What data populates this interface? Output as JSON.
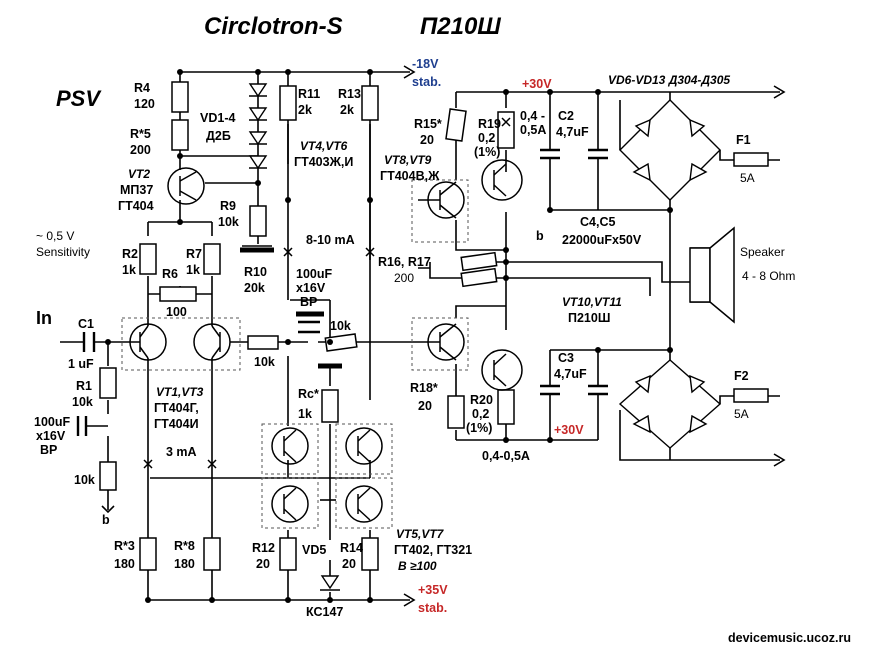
{
  "title": {
    "name": "Circlotron-S",
    "model": "П210Ш"
  },
  "psv": "PSV",
  "supply": {
    "neg18": "-18V",
    "neg18_stab": "stab.",
    "pos30_top": "+30V",
    "pos30_bottom": "+30V",
    "pos35": "+35V",
    "pos35_stab": "stab."
  },
  "input": {
    "sens_voltage": "~ 0,5 V",
    "sens_label": "Sensitivity",
    "in_label": "In"
  },
  "components": {
    "r4": {
      "name": "R4",
      "value": "120"
    },
    "r5": {
      "name": "R*5",
      "value": "200"
    },
    "vd1_4": {
      "name": "VD1-4",
      "value": "Д2Б"
    },
    "vt2": {
      "name": "VT2",
      "line1": "МП37",
      "line2": "ГТ404"
    },
    "r9": {
      "name": "R9",
      "value": "10k"
    },
    "r11": {
      "name": "R11",
      "value": "2k"
    },
    "r13": {
      "name": "R13",
      "value": "2k"
    },
    "vt4_vt6": {
      "name": "VT4,VT6",
      "value": "ГТ403Ж,И"
    },
    "r15": {
      "name": "R15*",
      "value": "20"
    },
    "r19": {
      "name": "R19",
      "value": "0,2",
      "note": "(1%)"
    },
    "i_top": "0,4 -",
    "i_top2": "0,5A",
    "c2": {
      "name": "C2",
      "value": "4,7uF"
    },
    "vd6_13": "VD6-VD13 Д304-Д305",
    "f1": {
      "name": "F1",
      "value": "5A"
    },
    "vt8_vt9": {
      "name": "VT8,VT9",
      "value": "ГТ404В,Ж"
    },
    "c4_c5": {
      "name": "C4,C5",
      "value": "22000uFx50V"
    },
    "r2": {
      "name": "R2",
      "value": "1k"
    },
    "r7": {
      "name": "R7",
      "value": "1k"
    },
    "r6": {
      "name": "R6",
      "value": "100"
    },
    "r10": {
      "name": "R10",
      "value": "20k"
    },
    "vas_current": "8-10 mA",
    "c_bp_top": {
      "value": "100uF",
      "line2": "x16V",
      "line3": "BP"
    },
    "r16_17": {
      "name": "R16, R17",
      "value": "200"
    },
    "speaker": {
      "name": "Speaker",
      "value": "4 - 8 Ohm"
    },
    "c1": {
      "name": "C1",
      "value": "1 uF"
    },
    "res_10k_a": "10k",
    "res_10k_b": "10k",
    "vt10_vt11": {
      "name": "VT10,VT11",
      "value": "П210Ш"
    },
    "r1": {
      "name": "R1",
      "value": "10k"
    },
    "c_bp_left": {
      "value": "100uF",
      "line2": "x16V",
      "line3": "BP"
    },
    "vt1_vt3": {
      "name": "VT1,VT3",
      "line1": "ГТ404Г,",
      "line2": "ГТ404И"
    },
    "rc": {
      "name": "Rc*",
      "value": "1k"
    },
    "r18": {
      "name": "R18*",
      "value": "20"
    },
    "r20": {
      "name": "R20",
      "value": "0,2",
      "note": "(1%)"
    },
    "c3": {
      "name": "C3",
      "value": "4,7uF"
    },
    "f2": {
      "name": "F2",
      "value": "5A"
    },
    "i_bottom": "0,4-0,5A",
    "ltp_current": "3 mA",
    "res_10k_c": "10k",
    "b_left": "b",
    "b_right": "b",
    "r3": {
      "name": "R*3",
      "value": "180"
    },
    "r8": {
      "name": "R*8",
      "value": "180"
    },
    "r12": {
      "name": "R12",
      "value": "20"
    },
    "vd5": {
      "name": "VD5",
      "value": "КС147"
    },
    "r14": {
      "name": "R14",
      "value": "20"
    },
    "vt5_vt7": {
      "name": "VT5,VT7",
      "value": "ГТ402, ГТ321",
      "beta": "В ≥100"
    }
  },
  "site": "devicemusic.ucoz.ru",
  "colors": {
    "neg_rail": "#1f3f8f",
    "pos_rail": "#c62828"
  }
}
